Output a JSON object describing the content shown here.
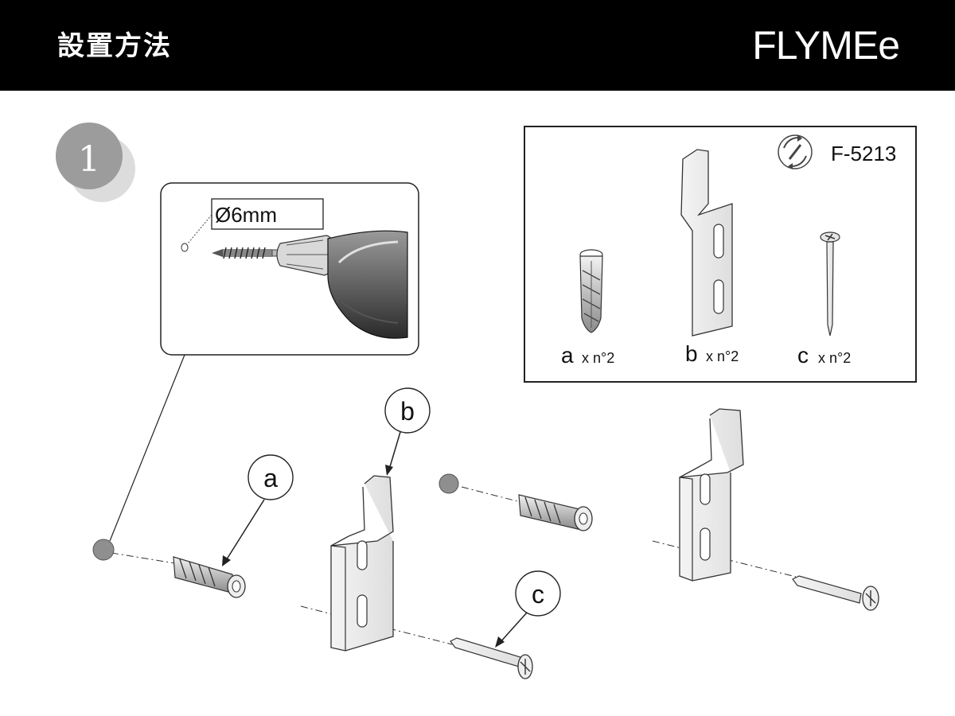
{
  "header": {
    "title": "設置方法",
    "logo": "FLYMEe"
  },
  "step": {
    "number": "1"
  },
  "detail": {
    "drill_size": "Ø6mm"
  },
  "parts_box": {
    "product_code": "F-5213",
    "parts": [
      {
        "letter": "a",
        "qty": "x n°2"
      },
      {
        "letter": "b",
        "qty": "x n°2"
      },
      {
        "letter": "c",
        "qty": "x n°2"
      }
    ]
  },
  "callouts": {
    "a": "a",
    "b": "b",
    "c": "c"
  },
  "icons": [
    "cross-arrows-icon",
    "wall-hole-icon",
    "drill-icon"
  ]
}
